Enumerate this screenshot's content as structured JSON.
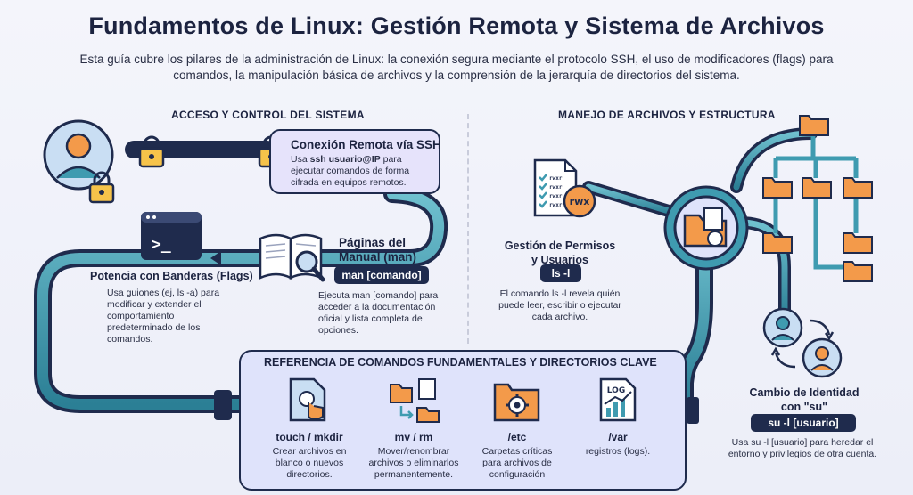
{
  "title": "Fundamentos de Linux: Gestión Remota y Sistema de Archivos",
  "intro": "Esta guía cubre los pilares de la administración de Linux: la conexión segura mediante el protocolo SSH, el uso de modificadores (flags) para comandos, la manipulación básica de archivos y la comprensión de la jerarquía de directorios del sistema.",
  "left_section": {
    "title": "ACCESO Y CONTROL DEL SISTEMA",
    "ssh": {
      "title": "Conexión Remota vía SSH",
      "desc_prefix": "Usa",
      "command": "ssh usuario@IP",
      "desc_suffix": "para ejecutar comandos de forma cifrada en equipos remotos."
    },
    "manual": {
      "title_line1": "Páginas del",
      "title_line2": "Manual (man)",
      "command": "man [comando]",
      "desc": "Ejecuta man [comando] para acceder a la documentación oficial y lista completa de opciones."
    },
    "flags": {
      "title": "Potencia con Banderas (Flags)",
      "desc": "Usa guiones (ej, ls -a) para modificar y extender el comportamiento predeterminado de los comandos.",
      "prompt": ">_"
    }
  },
  "right_section": {
    "title": "MANEJO DE ARCHIVOS Y ESTRUCTURA",
    "permissions": {
      "title_line1": "Gestión de Permisos",
      "title_line2": "y Usuarios",
      "command": "ls -l",
      "desc": "El comando ls -l revela quién puede leer, escribir o ejecutar cada archivo.",
      "badge": "rwx",
      "doc_lines": [
        "rwxr",
        "rwxr",
        "rwxr",
        "rwxr"
      ]
    },
    "identity": {
      "title_line1": "Cambio de Identidad",
      "title_line2": "con \"su\"",
      "command": "su -l [usuario]",
      "desc": "Usa su -l [usuario] para heredar el entorno y privilegios de otra cuenta."
    }
  },
  "reference": {
    "title": "REFERENCIA DE COMANDOS FUNDAMENTALES Y DIRECTORIOS CLAVE",
    "items": [
      {
        "label": "touch / mkdir",
        "desc": "Crear archivos en blanco o nuevos directorios."
      },
      {
        "label": "mv / rm",
        "desc": "Mover/renombrar archivos o eliminarlos permanentemente."
      },
      {
        "label": "/etc",
        "desc": "Carpetas críticas para archivos de configuración"
      },
      {
        "label": "/var",
        "desc": "registros (logs).",
        "icon_text": "LOG"
      }
    ]
  },
  "colors": {
    "navy": "#1f2b4d",
    "teal": "#3f9bb0",
    "orange": "#f39a4a",
    "lavender": "#e6e3fb",
    "card": "#dfe3fb"
  }
}
